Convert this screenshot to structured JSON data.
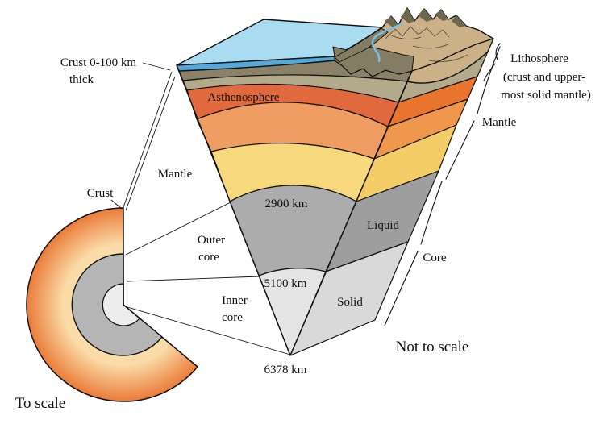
{
  "labels": {
    "crust_thickness": [
      "Crust 0-100 km",
      "thick"
    ],
    "asthenosphere": "Asthenosphere",
    "mantle_left": "Mantle",
    "crust_left": "Crust",
    "outer_core": [
      "Outer",
      "core"
    ],
    "inner_core": [
      "Inner",
      "core"
    ],
    "depth_2900": "2900 km",
    "depth_5100": "5100 km",
    "depth_6378": "6378 km",
    "liquid": "Liquid",
    "solid": "Solid",
    "core_right": "Core",
    "mantle_right": "Mantle",
    "lithosphere": [
      "Lithosphere",
      "(crust and upper-",
      "most solid mantle)"
    ],
    "not_to_scale": "Not to scale",
    "to_scale": "To scale"
  },
  "colors": {
    "ocean_top": "#a9dcf0",
    "ocean_front": "#54a8da",
    "river": "#79c0e8",
    "terrain_tan": "#cbb088",
    "terrain_side": "#c2a87e",
    "slope_olive": "#857d63",
    "peak_shadow": "#6e6750",
    "crust_olive": "#8a8168",
    "lithosphere_tan": "#b2aa8b",
    "asthenosphere_front": "#e06a3e",
    "asthenosphere_side": "#e9742e",
    "upper_mantle_front": "#f09d64",
    "upper_mantle_side": "#f0974e",
    "lower_mantle_front": "#f8d87d",
    "lower_mantle_side": "#f5cd68",
    "outer_core_front": "#acacac",
    "outer_core_side": "#9e9e9e",
    "inner_core_front": "#e5e5e5",
    "inner_core_side": "#d9d9d9",
    "scale_mantle_light": "#fbdca8",
    "scale_mantle_dark": "#ea7b39",
    "scale_outer_core": "#b5b5b5",
    "scale_inner_core": "#ededed",
    "ink": "#111111"
  }
}
